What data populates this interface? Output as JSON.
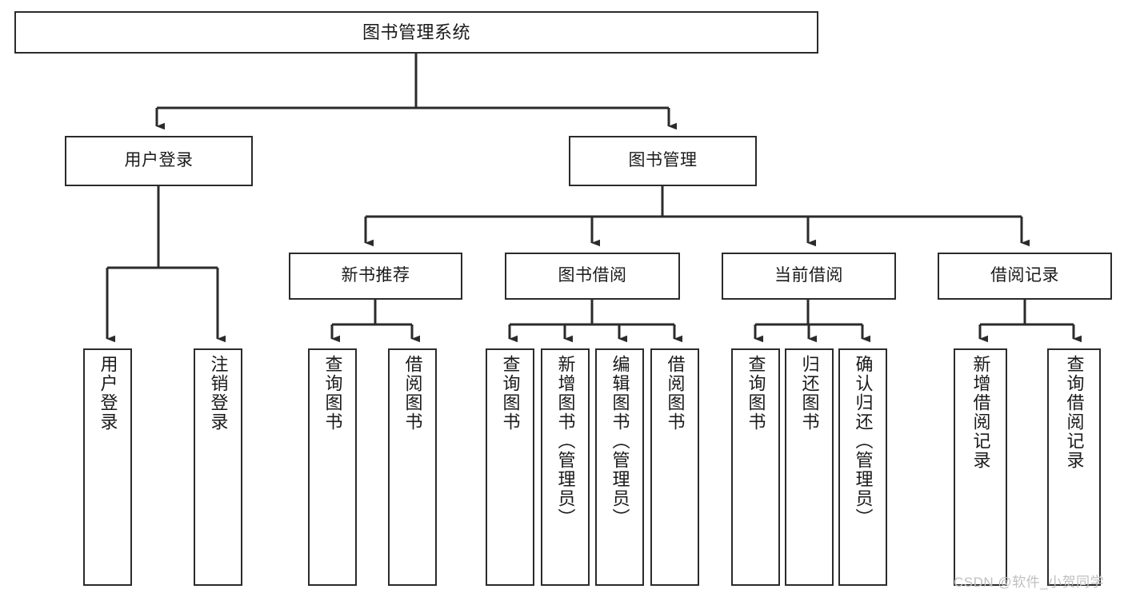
{
  "diagram": {
    "title": "图书管理系统",
    "type": "hierarchy-tree",
    "line_color": "#2b2b2b",
    "box_fill": "#ffffff",
    "text_color": "#1a1a1a"
  },
  "nodes": {
    "root": {
      "label": "图书管理系统"
    },
    "level2": [
      {
        "id": "user-login",
        "label": "用户登录"
      },
      {
        "id": "book-manage",
        "label": "图书管理"
      }
    ],
    "level3": [
      {
        "id": "new-book-rec",
        "label": "新书推荐"
      },
      {
        "id": "book-borrow",
        "label": "图书借阅"
      },
      {
        "id": "current-borrow",
        "label": "当前借阅"
      },
      {
        "id": "borrow-record",
        "label": "借阅记录"
      }
    ],
    "leaves": {
      "user-login": [
        {
          "id": "leaf-user-login",
          "label": "用户登录"
        },
        {
          "id": "leaf-user-logout",
          "label": "注销登录"
        }
      ],
      "new-book-rec": [
        {
          "id": "leaf-query-book-1",
          "label": "查询图书"
        },
        {
          "id": "leaf-borrow-book-1",
          "label": "借阅图书"
        }
      ],
      "book-borrow": [
        {
          "id": "leaf-query-book-2",
          "label": "查询图书"
        },
        {
          "id": "leaf-add-book",
          "label": "新增图书（管理员）"
        },
        {
          "id": "leaf-edit-book",
          "label": "编辑图书（管理员）"
        },
        {
          "id": "leaf-borrow-book-2",
          "label": "借阅图书"
        }
      ],
      "current-borrow": [
        {
          "id": "leaf-query-book-3",
          "label": "查询图书"
        },
        {
          "id": "leaf-return-book",
          "label": "归还图书"
        },
        {
          "id": "leaf-confirm-return",
          "label": "确认归还（管理员）"
        }
      ],
      "borrow-record": [
        {
          "id": "leaf-add-record",
          "label": "新增借阅记录"
        },
        {
          "id": "leaf-query-record",
          "label": "查询借阅记录"
        }
      ]
    }
  },
  "watermark": {
    "text": "CSDN @软件_小贺同学"
  }
}
